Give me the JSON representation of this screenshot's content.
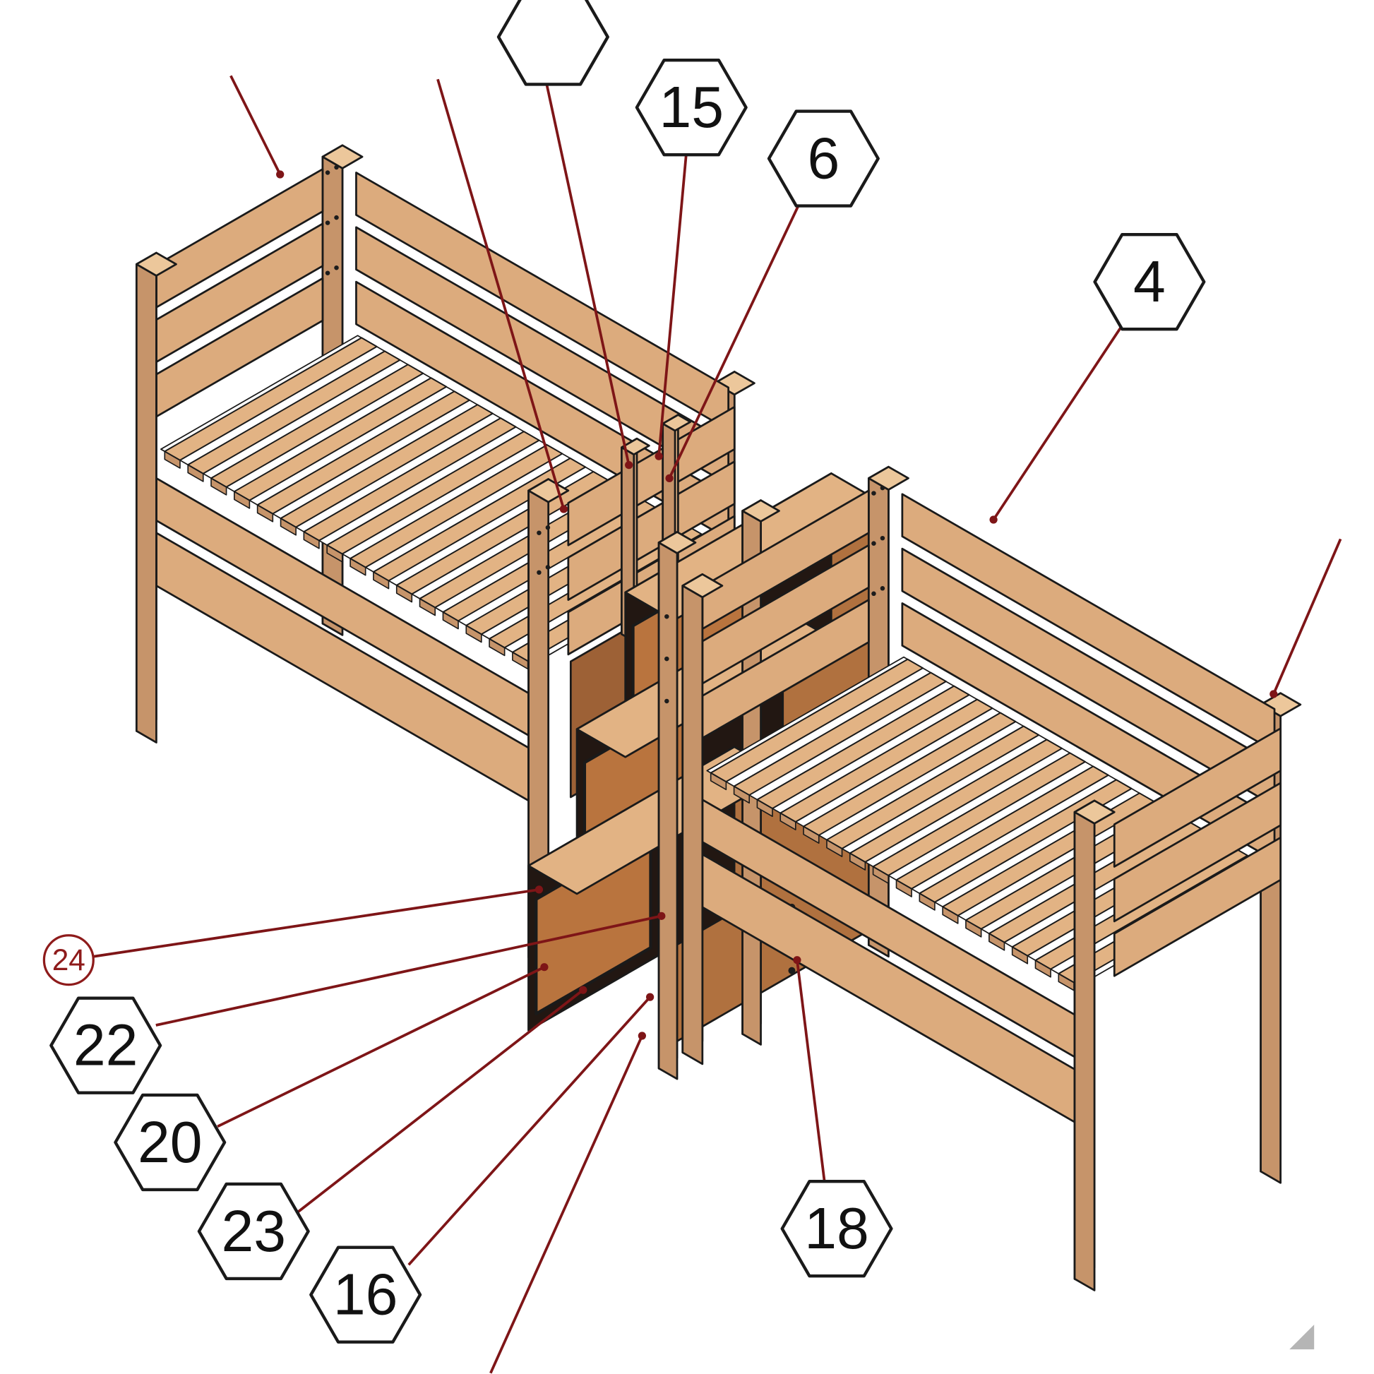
{
  "diagram": {
    "callouts": {
      "top_partial": {
        "label": ""
      },
      "c15": {
        "label": "15"
      },
      "c6": {
        "label": "6"
      },
      "c4": {
        "label": "4"
      },
      "c24": {
        "label": "24"
      },
      "c22": {
        "label": "22"
      },
      "c20": {
        "label": "20"
      },
      "c23": {
        "label": "23"
      },
      "c16": {
        "label": "16"
      },
      "c18": {
        "label": "18"
      }
    },
    "colors": {
      "wood_light": "#dcab7d",
      "wood_side": "#c6946a",
      "wood_slat": "#e2b384",
      "wood_top": "#ecc79b",
      "stair_panel": "#b0713f",
      "stair_drawer": "#b9743e",
      "stair_back": "#9d6136",
      "stair_carcass": "#221712",
      "leader": "#7e1517",
      "outline": "#1a1a1a",
      "badge_red": "#8e1b1b"
    }
  }
}
